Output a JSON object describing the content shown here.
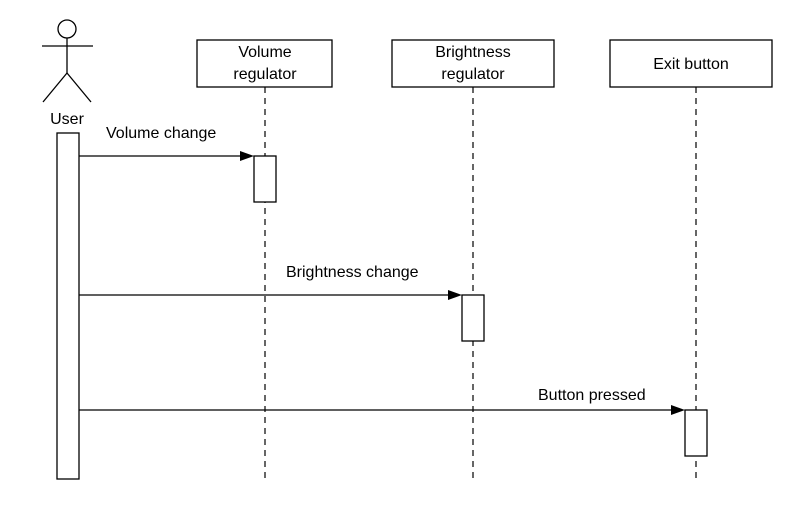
{
  "actor": {
    "name": "User"
  },
  "participants": [
    {
      "id": "volume",
      "label_lines": [
        "Volume",
        "regulator"
      ]
    },
    {
      "id": "brightness",
      "label_lines": [
        "Brightness",
        "regulator"
      ]
    },
    {
      "id": "exit",
      "label_lines": [
        "Exit button"
      ]
    }
  ],
  "messages": [
    {
      "from": "User",
      "to": "Volume regulator",
      "label": "Volume change"
    },
    {
      "from": "User",
      "to": "Brightness regulator",
      "label": "Brightness change"
    },
    {
      "from": "User",
      "to": "Exit button",
      "label": "Button pressed"
    }
  ],
  "colors": {
    "stroke": "#000000",
    "background": "#ffffff"
  }
}
